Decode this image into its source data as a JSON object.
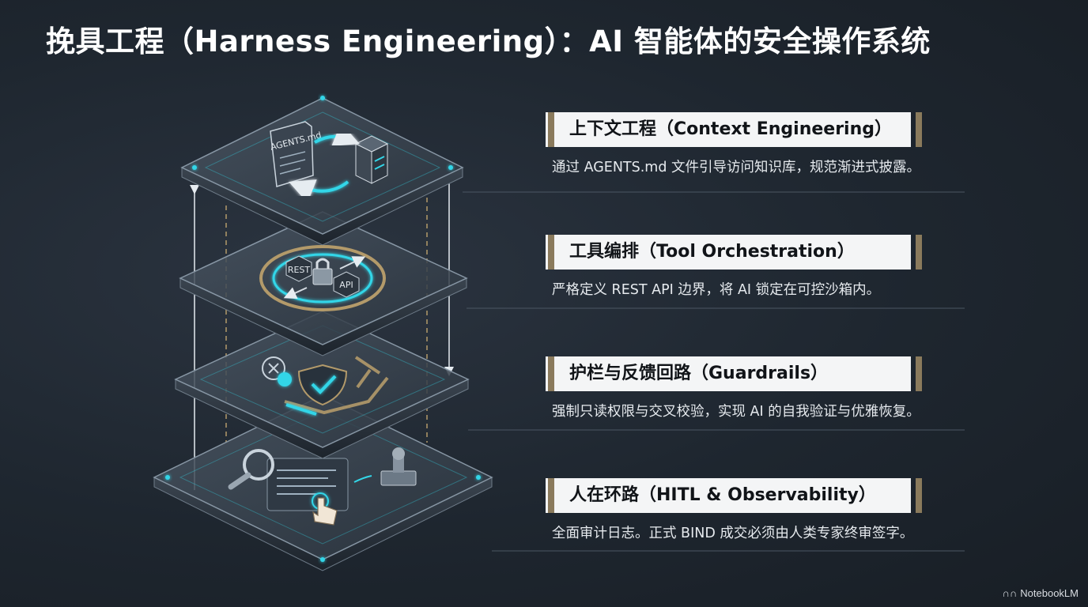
{
  "title": "挽具工程（Harness Engineering）：AI 智能体的安全操作系统",
  "layers": [
    {
      "heading": "上下文工程（Context Engineering）",
      "description": "通过 AGENTS.md 文件引导访问知识库，规范渐进式披露。",
      "icon_labels": [
        "AGENTS.md"
      ]
    },
    {
      "heading": "工具编排（Tool Orchestration）",
      "description": "严格定义 REST API 边界，将 AI 锁定在可控沙箱内。",
      "icon_labels": [
        "REST",
        "API"
      ]
    },
    {
      "heading": "护栏与反馈回路（Guardrails）",
      "description": "强制只读权限与交叉校验，实现 AI 的自我验证与优雅恢复。",
      "icon_labels": []
    },
    {
      "heading": "人在环路（HITL & Observability）",
      "description": "全面审计日志。正式 BIND 成交必须由人类专家终审签字。",
      "icon_labels": []
    }
  ],
  "brand": "NotebookLM",
  "colors": {
    "background": "#1e262f",
    "accent_cyan": "#33d6e8",
    "accent_gold": "#b39a6a",
    "tag_bg": "#f4f5f6"
  },
  "icons": [
    "document-icon",
    "cube-icon",
    "lock-icon",
    "shield-check-icon",
    "x-circle-icon",
    "magnifier-icon",
    "hand-pointer-icon",
    "stamp-icon"
  ]
}
